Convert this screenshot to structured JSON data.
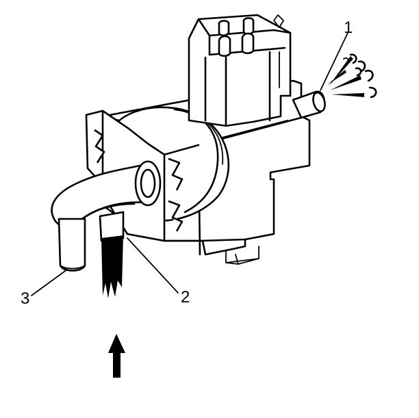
{
  "callouts": {
    "c1": "1",
    "c2": "2",
    "c3": "3"
  },
  "icons": {
    "airflow_arrow": "up-arrow-icon",
    "spray": "spray-icon"
  }
}
